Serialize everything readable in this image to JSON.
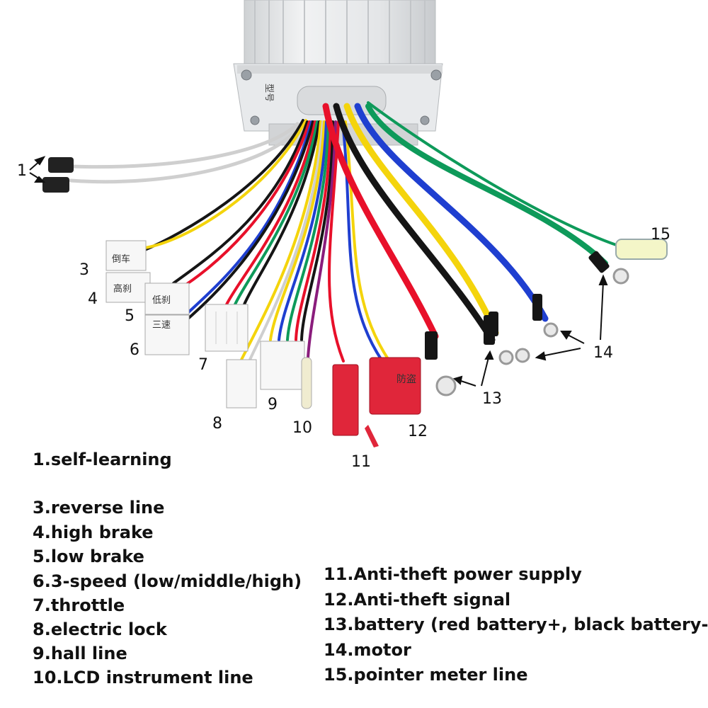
{
  "callouts": [
    "1",
    "3",
    "4",
    "5",
    "6",
    "7",
    "8",
    "9",
    "10",
    "11",
    "12",
    "13",
    "14",
    "15"
  ],
  "connector_text": {
    "c3": "倒车",
    "c4": "高刹",
    "c5": "低刹",
    "c6": "三速",
    "c12": "防盗",
    "housing": "型号"
  },
  "legend_left": [
    "1.self-learning",
    "3.reverse line",
    "4.high brake",
    "5.low brake",
    "6.3-speed (low/middle/high)",
    "7.throttle",
    "8.electric lock",
    "9.hall line",
    "10.LCD instrument line"
  ],
  "legend_right": [
    "11.Anti-theft power supply",
    "12.Anti-theft signal",
    "13.battery (red battery+, black battery-",
    "14.motor",
    "15.pointer meter line"
  ],
  "wire_colors": {
    "red": "#e8102a",
    "black": "#151515",
    "yellow": "#f4d40c",
    "blue": "#1f3fd0",
    "green": "#0e9a5a",
    "white": "#f2f2f2",
    "purple": "#8a1c7c",
    "housing": "#e2e4e6",
    "connector_red": "#e0263a"
  }
}
